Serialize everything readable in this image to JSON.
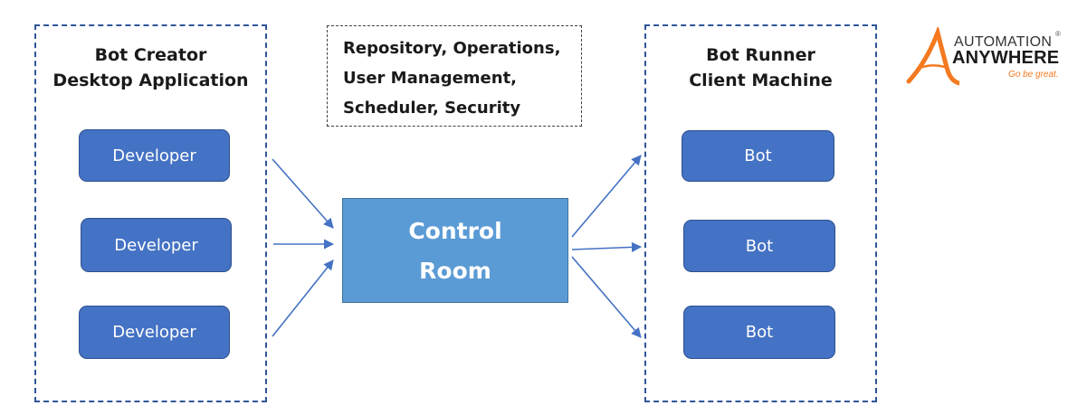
{
  "left_panel": {
    "title_line1": "Bot Creator",
    "title_line2": "Desktop Application",
    "nodes": [
      "Developer",
      "Developer",
      "Developer"
    ]
  },
  "info_box": {
    "lines": [
      "Repository, Operations,",
      "User Management,",
      "Scheduler, Security"
    ]
  },
  "center": {
    "line1": "Control",
    "line2": "Room"
  },
  "right_panel": {
    "title_line1": "Bot Runner",
    "title_line2": "Client Machine",
    "nodes": [
      "Bot",
      "Bot",
      "Bot"
    ]
  },
  "logo": {
    "line1": "AUTOMATION",
    "line2": "ANYWHERE",
    "tagline": "Go be great.",
    "registered": "®",
    "icon": "automation-anywhere-a-logo"
  },
  "colors": {
    "node_fill": "#4472c4",
    "center_fill": "#5b9bd5",
    "dashed_border": "#2f5597",
    "arrow": "#4472c4",
    "logo_orange": "#f47920"
  }
}
